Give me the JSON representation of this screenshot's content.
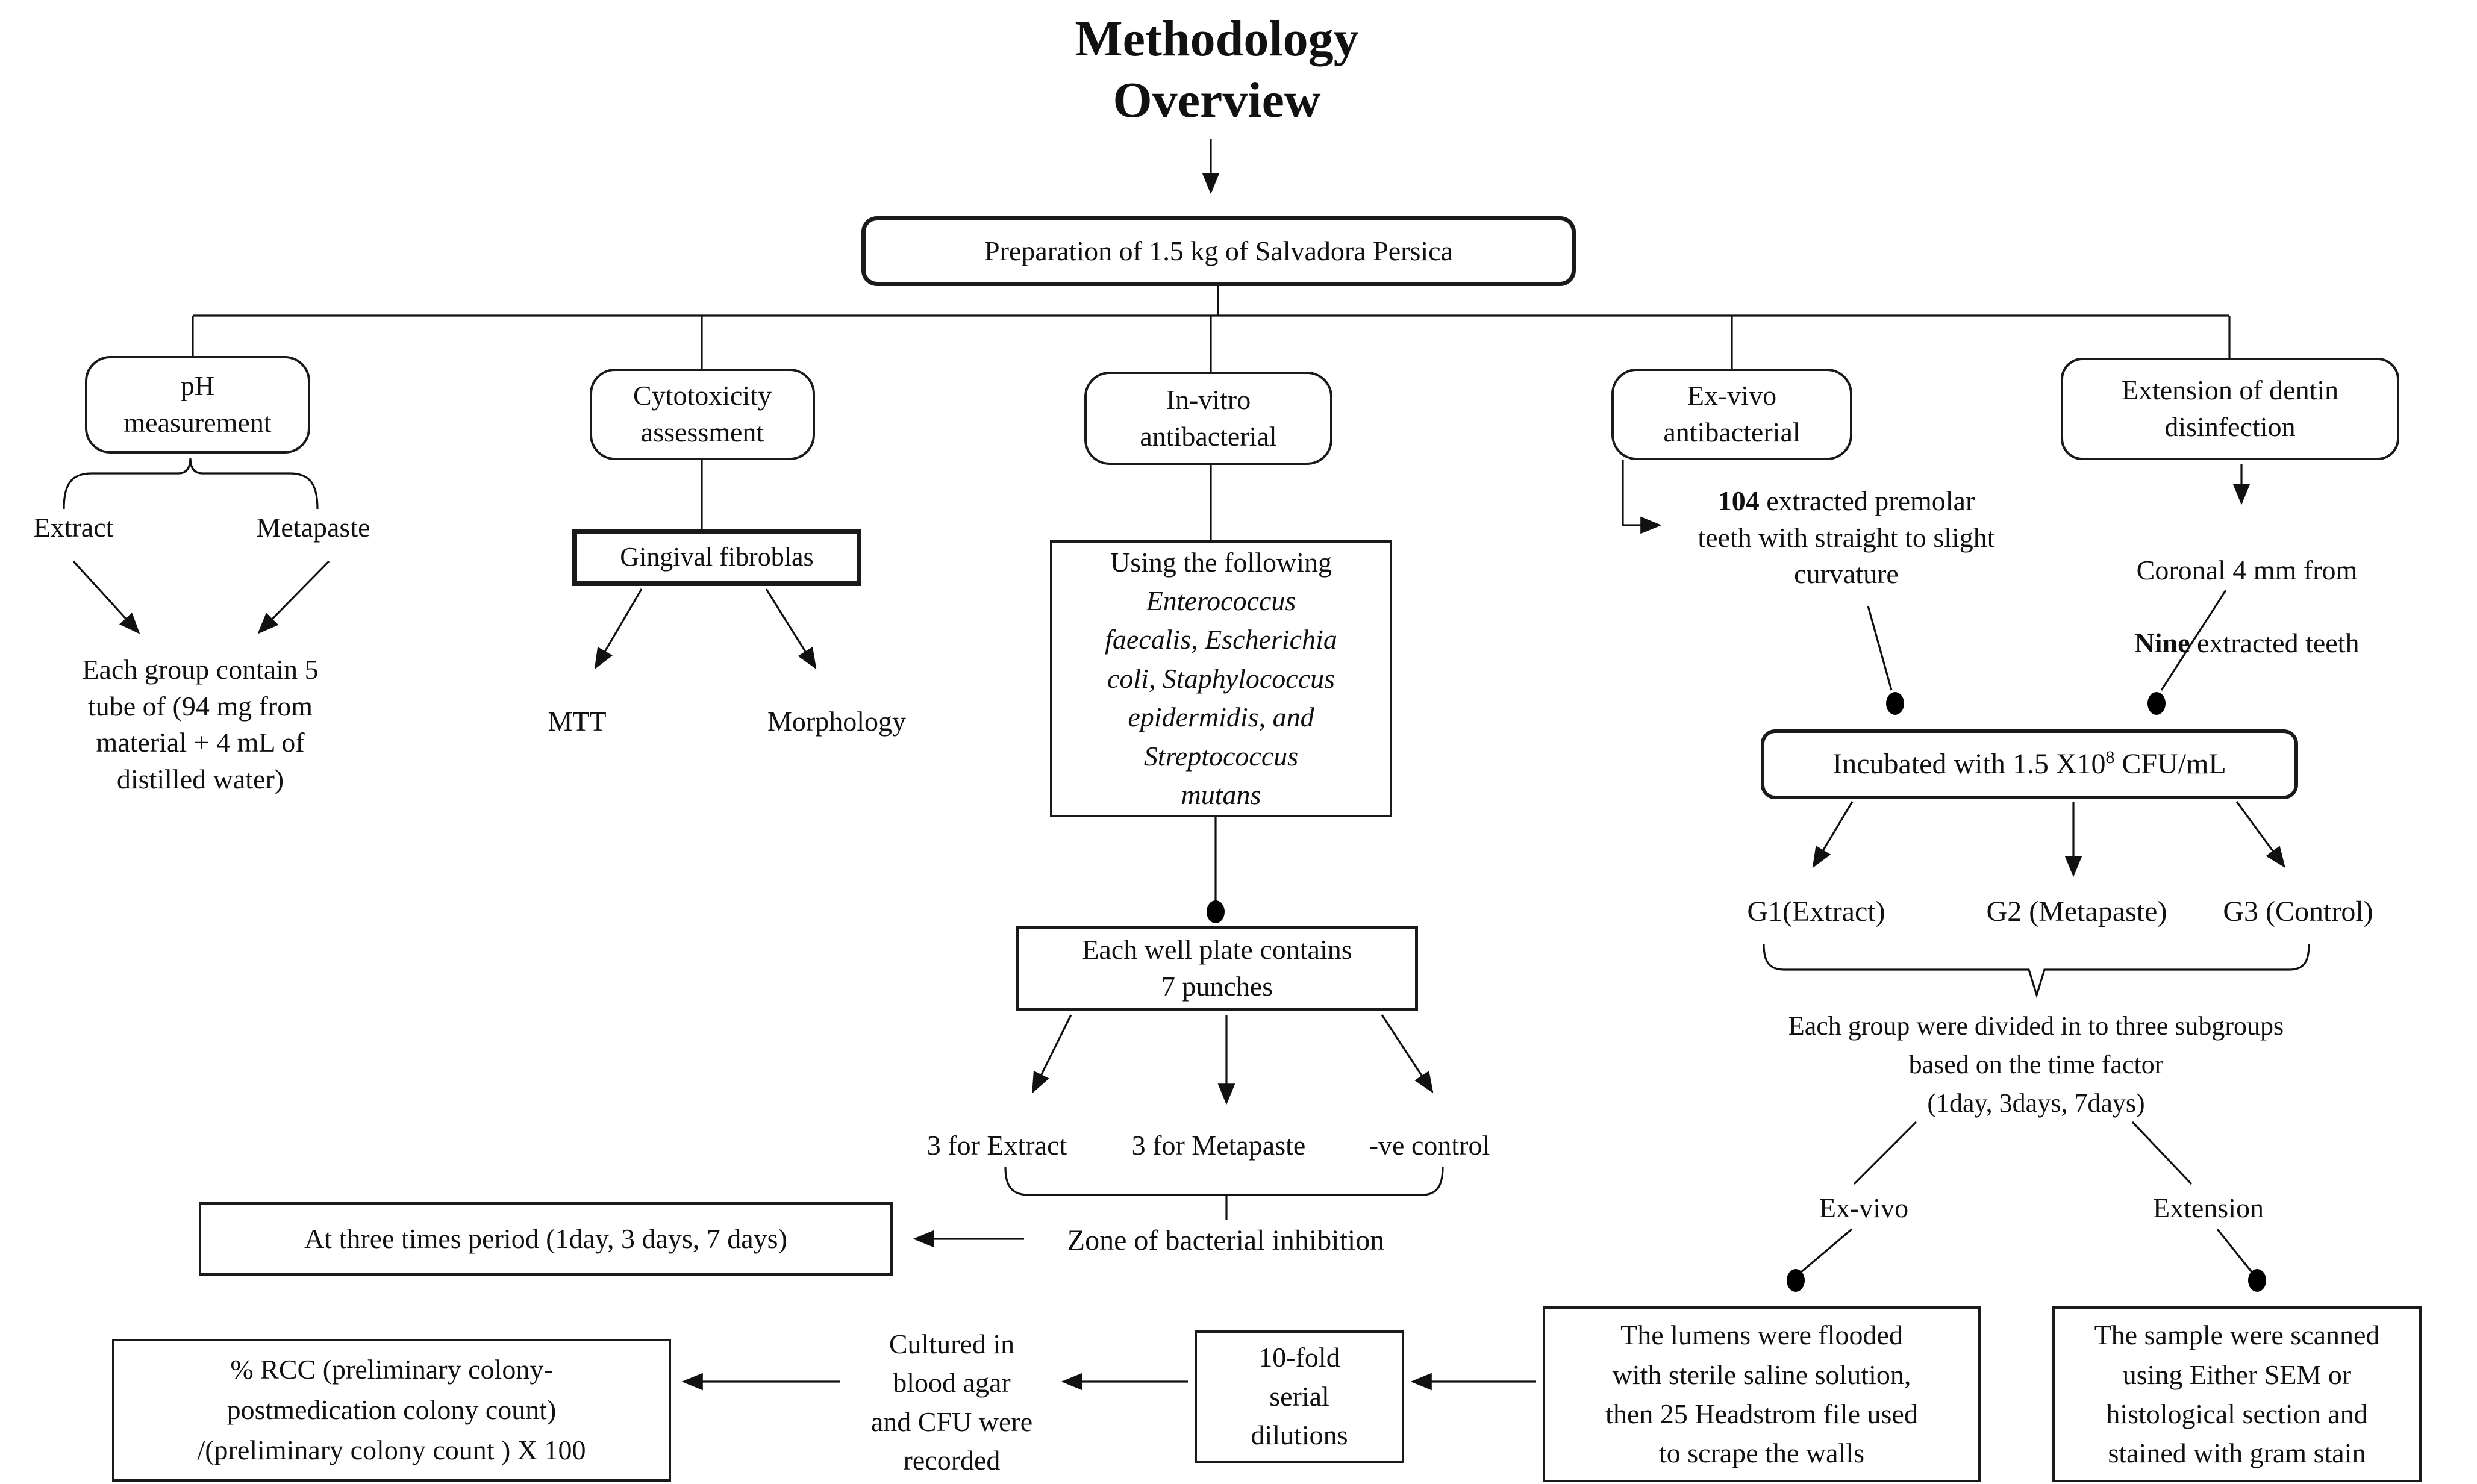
{
  "title": "Methodology\nOverview",
  "root_box": "Preparation of 1.5 kg of Salvadora Persica",
  "ph": {
    "box": "pH\nmeasurement",
    "extract": "Extract",
    "metapaste": "Metapaste",
    "detail": "Each group contain 5\ntube of (94 mg from\nmaterial + 4 mL of\ndistilled water)"
  },
  "cyto": {
    "box": "Cytotoxicity\nassessment",
    "cell_box": "Gingival fibroblas",
    "mtt": "MTT",
    "morphology": "Morphology"
  },
  "invitro": {
    "box": "In-vitro\nantibacterial",
    "using_prefix": "Using the following\n",
    "bacteria": "Enterococcus\nfaecalis, Escherichia\ncoli, Staphylococcus\nepidermidis, and\nStreptococcus\nmutans",
    "well_plate_box": "Each well plate contains\n7 punches",
    "extract3": "3 for Extract",
    "metapaste3": "3 for Metapaste",
    "neg_control": "-ve control",
    "zone": "Zone of bacterial inhibition",
    "times_box": "At three times period (1day, 3 days, 7 days)",
    "rcc_box": "% RCC (preliminary colony-\npostmedication colony count)\n/(preliminary colony count ) X 100",
    "cultured": "Cultured in\nblood agar\nand CFU were\nrecorded",
    "dilutions_box": "10-fold\nserial\ndilutions"
  },
  "exvivo": {
    "box": "Ex-vivo\nantibacterial",
    "teeth_num": "104",
    "teeth_rest": " extracted premolar\nteeth with straight to slight\ncurvature"
  },
  "extension": {
    "box": "Extension of dentin\ndisinfection",
    "coronal_line1": "Coronal 4 mm from",
    "nine": "Nine",
    "coronal_rest": " extracted teeth"
  },
  "shared": {
    "incubated_prefix": "Incubated with 1.5 X10",
    "incubated_sup": "8",
    "incubated_suffix": " CFU/mL",
    "g1": "G1(Extract)",
    "g2": "G2 (Metapaste)",
    "g3": "G3 (Control)",
    "subgroups": "Each group were divided in to three subgroups\nbased on the time factor\n(1day, 3days, 7days)",
    "exvivo_label": "Ex-vivo",
    "extension_label": "Extension",
    "lumens_box": "The lumens were flooded\nwith sterile saline solution,\nthen 25 Headstrom file used\nto scrape the walls",
    "scanned_box": "The sample were scanned\nusing Either SEM or\nhistological section and\nstained with gram stain"
  }
}
